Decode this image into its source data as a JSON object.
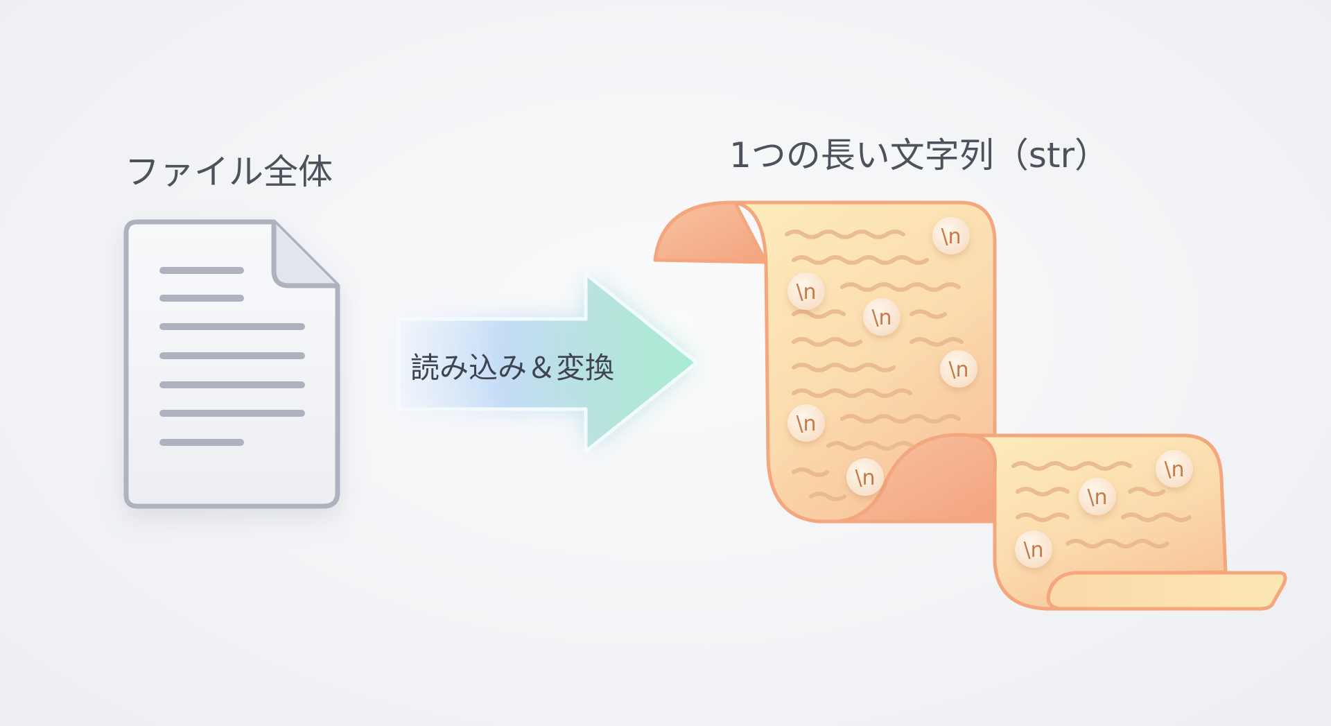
{
  "source": {
    "label": "ファイル全体",
    "icon": "document-icon"
  },
  "process": {
    "label": "読み込み＆変換",
    "icon": "arrow-right-icon"
  },
  "result": {
    "label": "1つの長い文字列（str）",
    "icon": "scroll-icon",
    "newline_marker": "\\n",
    "newline_count": 9
  },
  "colors": {
    "text": "#4c525c",
    "document_stroke": "#aeb2be",
    "arrow_start": "#bcd8f6",
    "arrow_end": "#a5e7cb",
    "scroll_light": "#fde8b6",
    "scroll_dark": "#f6b88d",
    "scroll_stroke": "#f4a67d",
    "newline_text": "#c47a48"
  }
}
